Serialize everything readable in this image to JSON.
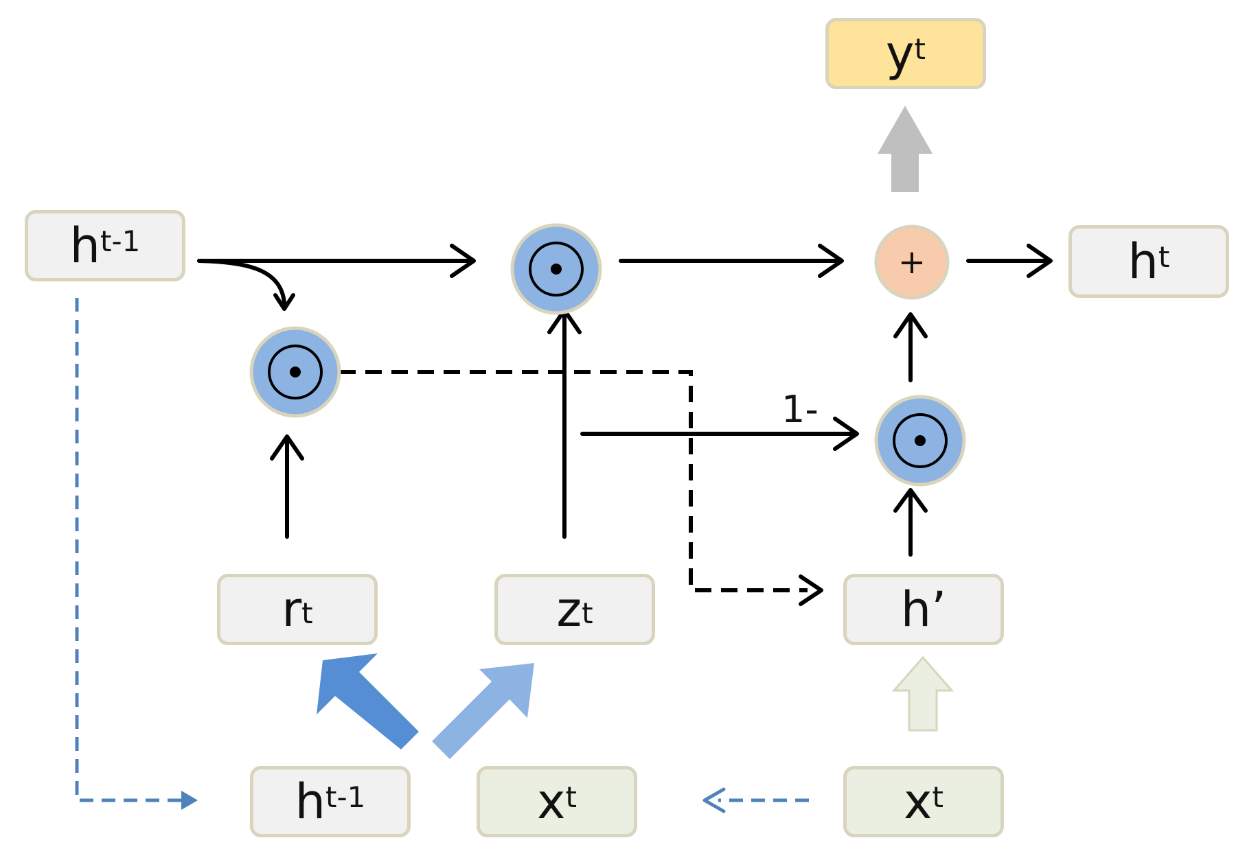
{
  "nodes": {
    "h_prev_top": {
      "base": "h",
      "sup": "t-1"
    },
    "y_out": {
      "base": "y",
      "sup": "t"
    },
    "h_out": {
      "base": "h",
      "sup": "t"
    },
    "r_gate": {
      "base": "r",
      "sub": "t"
    },
    "z_gate": {
      "base": "z",
      "sub": "t"
    },
    "h_candidate": {
      "base": "h’"
    },
    "h_prev_bottom": {
      "base": "h",
      "sup": "t-1"
    },
    "x_input_left": {
      "base": "x",
      "sup": "t"
    },
    "x_input_right": {
      "base": "x",
      "sup": "t"
    }
  },
  "operators": {
    "hadamard": "⊙",
    "plus": "+"
  },
  "labels": {
    "one_minus": "1-"
  },
  "colors": {
    "gate_circle_fill": "#8db3e2",
    "gate_circle_ring": "#d9d4bd",
    "plus_circle_fill": "#f8cbad",
    "reset_arrow": "#558ed5",
    "update_arrow": "#8db3e2",
    "output_arrow": "#bfbfbf",
    "candidate_arrow": "#eaefe1",
    "dashed_blue": "#4f81bd",
    "box_border": "#d9d4bd",
    "gray_box": "#f1f1f1",
    "green_box": "#eaefe1",
    "yellow_box": "#fde49a"
  }
}
